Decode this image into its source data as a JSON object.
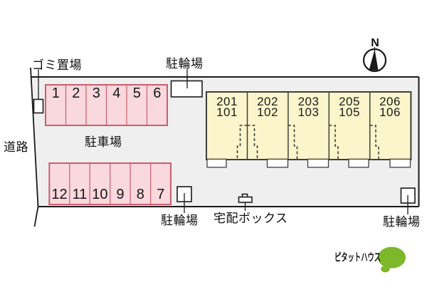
{
  "plan": {
    "road_label": "道路",
    "garbage_area_label": "ゴミ置場",
    "parking_lot_label": "駐車場",
    "bicycle_top_label": "駐輪場",
    "bicycle_bottom_left_label": "駐輪場",
    "bicycle_bottom_right_label": "駐輪場",
    "delivery_box_label": "宅配ボックス",
    "north_label": "N"
  },
  "parking": {
    "top_row_stalls": [
      "1",
      "2",
      "3",
      "4",
      "5",
      "6"
    ],
    "bottom_row_stalls": [
      "12",
      "11",
      "10",
      "9",
      "8",
      "7"
    ]
  },
  "building": {
    "units": [
      {
        "upper": "201",
        "lower": "101"
      },
      {
        "upper": "202",
        "lower": "102"
      },
      {
        "upper": "203",
        "lower": "103"
      },
      {
        "upper": "205",
        "lower": "105"
      },
      {
        "upper": "206",
        "lower": "106"
      }
    ]
  },
  "logo": {
    "brand": "ピタットハウス",
    "bubble_color": "#7cb829"
  },
  "colors": {
    "site_fill": "#efefef",
    "stall_fill": "#f9d8de",
    "stall_border": "#c95f6e",
    "unit_fill": "#faf5ca",
    "unit_border": "#3f3f38",
    "line": "#1a1a1a"
  }
}
